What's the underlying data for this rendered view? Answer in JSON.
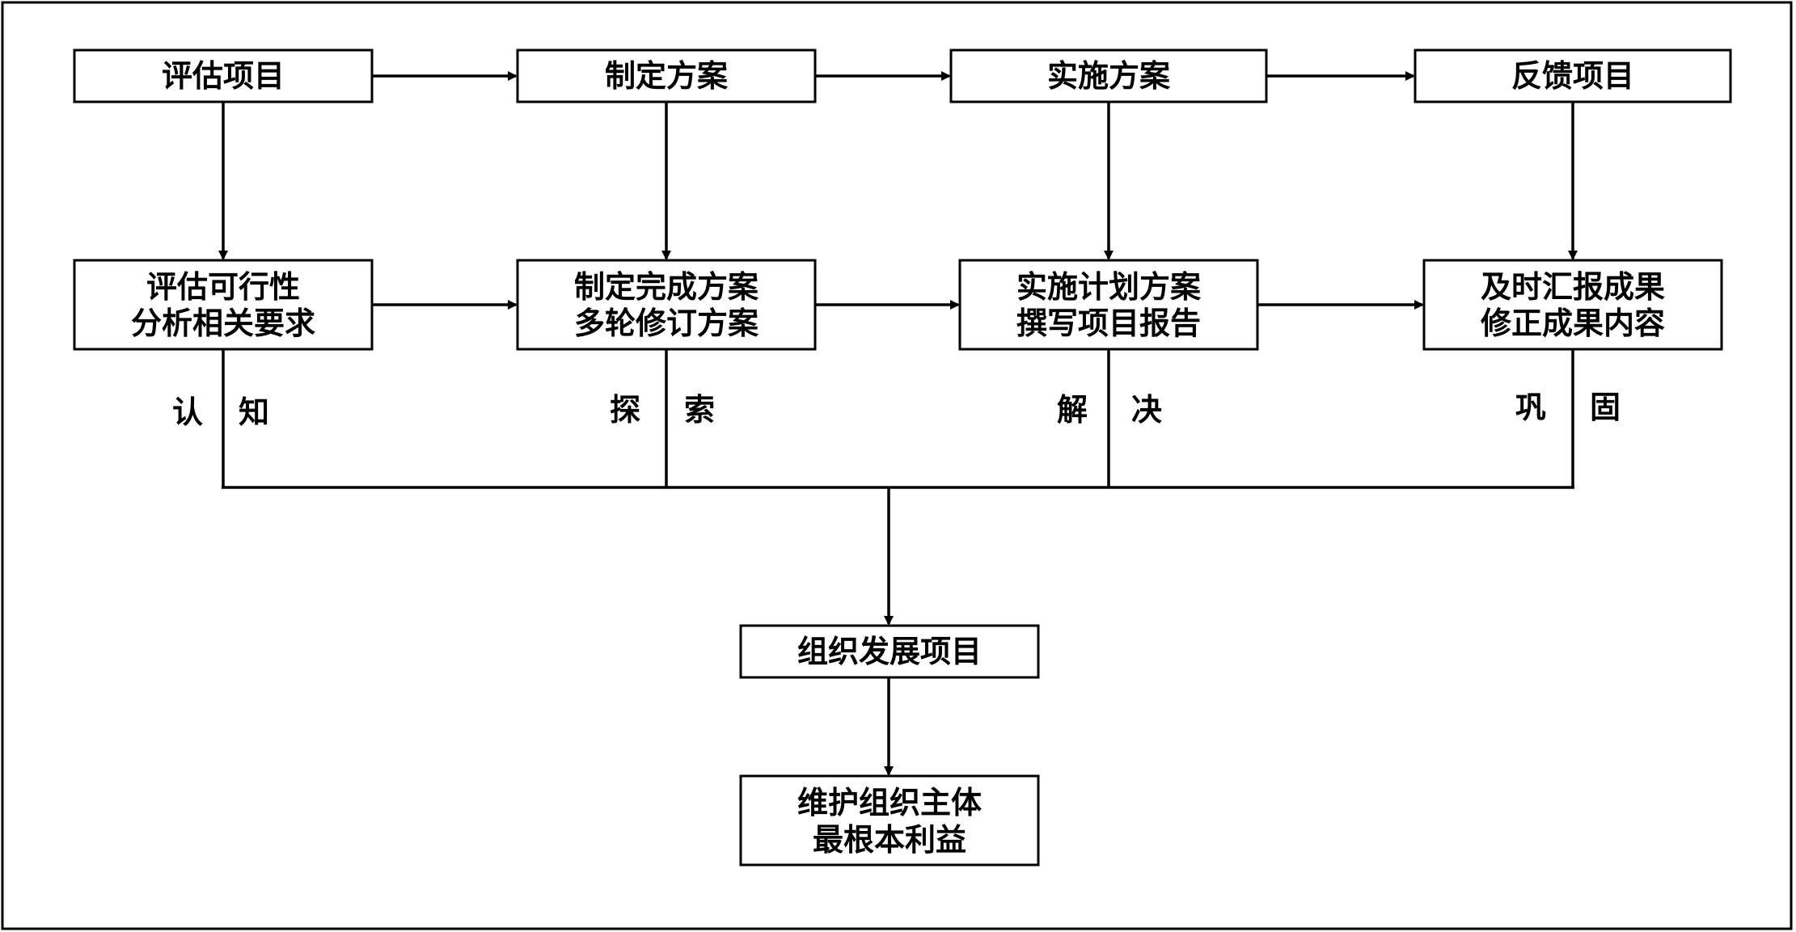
{
  "diagram": {
    "top_row": {
      "evaluate": "评估项目",
      "formulate": "制定方案",
      "implement": "实施方案",
      "feedback": "反馈项目"
    },
    "middle_row": {
      "evaluate_detail": [
        "评估可行性",
        "分析相关要求"
      ],
      "formulate_detail": [
        "制定完成方案",
        "多轮修订方案"
      ],
      "implement_detail": [
        "实施计划方案",
        "撰写项目报告"
      ],
      "feedback_detail": [
        "及时汇报成果",
        "修正成果内容"
      ]
    },
    "stages": {
      "cognition": [
        "认",
        "知"
      ],
      "exploration": [
        "探",
        "索"
      ],
      "resolution": [
        "解",
        "决"
      ],
      "consolidation": [
        "巩",
        "固"
      ]
    },
    "bottom": {
      "organize": "组织发展项目",
      "maintain": [
        "维护组织主体",
        "最根本利益"
      ]
    }
  }
}
